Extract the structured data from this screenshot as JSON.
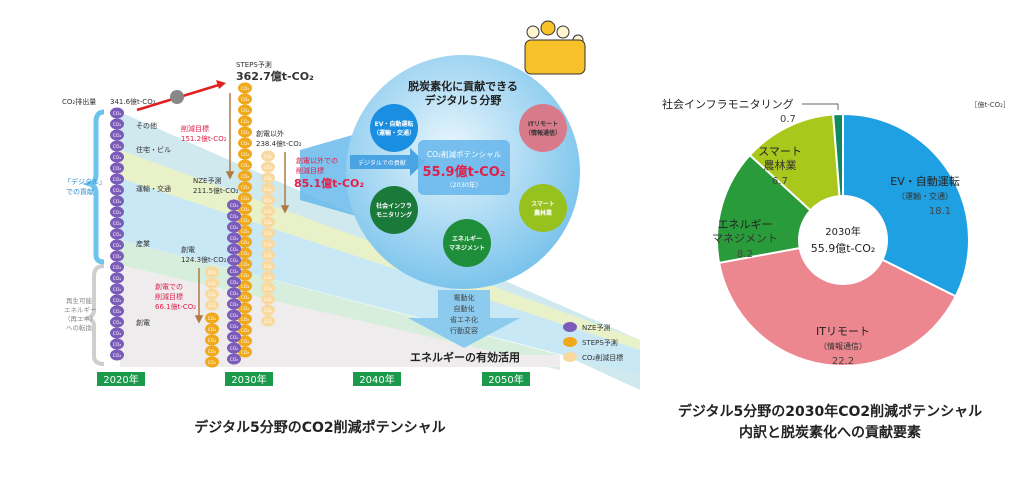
{
  "left": {
    "co2_label": "CO₂排出量",
    "start_value": "341.6億t-CO₂",
    "steps_label": "STEPS予測",
    "steps_value": "362.7億t-CO₂",
    "reduction_target_label": "削減目標",
    "reduction_target_value": "151.2億t-CO₂",
    "non_power_label": "創電以外",
    "non_power_value": "238.4億t-CO₂",
    "non_power_target_1": "創電以外での",
    "non_power_target_2": "削減目標",
    "non_power_target_value": "85.1億t-CO₂",
    "nze_label": "NZE予測",
    "nze_value": "211.5億t-CO₂",
    "power_label": "創電",
    "power_value": "124.3億t-CO₂",
    "power_target_1": "創電での",
    "power_target_2": "削減目標",
    "power_target_value": "66.1億t-CO₂",
    "sectors": [
      "その他",
      "住宅・ビル",
      "運輸・交通",
      "産業",
      "創電"
    ],
    "digital_1": "「デジタル」",
    "digital_2": "での貢献",
    "renew": [
      "再生可能",
      "エネルギー",
      "（再エネ）",
      "への転換"
    ],
    "years": [
      "2020年",
      "2030年",
      "2040年",
      "2050年"
    ],
    "globe_title_1": "脱炭素化に貢献できる",
    "globe_title_2": "デジタル５分野",
    "fields": [
      {
        "l1": "EV・自動運転",
        "l2": "（運輸・交通）",
        "color": "#1a8ee0"
      },
      {
        "l1": "ITリモート",
        "l2": "（情報通信）",
        "color": "#d97a8a"
      },
      {
        "l1": "スマート",
        "l2": "農林業",
        "color": "#96c11f"
      },
      {
        "l1": "エネルギー",
        "l2": "マネジメント",
        "color": "#1f8e3a"
      },
      {
        "l1": "社会インフラ",
        "l2": "モニタリング",
        "color": "#1a7a3a"
      }
    ],
    "digital_contribution": "デジタルでの貢献",
    "potential_label": "CO₂削減ポテンシャル",
    "potential_value": "55.9億t-CO₂",
    "potential_year": "（2030年）",
    "arrow_items": [
      "電動化",
      "自動化",
      "省エネ化",
      "行動変容"
    ],
    "effective_use": "エネルギーの有効活用",
    "legend": [
      {
        "label": "NZE予測",
        "color": "#7b5cb8"
      },
      {
        "label": "STEPS予測",
        "color": "#f0a81c"
      },
      {
        "label": "CO₂削減目標",
        "color": "#f8d9a0"
      }
    ],
    "co2_icon_text": "CO₂",
    "caption": "デジタル5分野のCO2削減ポテンシャル"
  },
  "chart_data": {
    "type": "pie",
    "donut": true,
    "unit": "［億t-CO₂］",
    "center_year": "2030年",
    "center_total": "55.9億t-CO₂",
    "slices": [
      {
        "label": "EV・自動運転",
        "sub": "（運輸・交通）",
        "value": 18.1,
        "color": "#1ea0e2"
      },
      {
        "label": "ITリモート",
        "sub": "（情報通信）",
        "value": 22.2,
        "color": "#ec8790"
      },
      {
        "label": "エネルギー",
        "sub": "マネジメント",
        "value": 8.2,
        "color": "#2a9b3a"
      },
      {
        "label": "スマート",
        "sub": "農林業",
        "value": 6.7,
        "color": "#aac81c"
      },
      {
        "label": "社会インフラモニタリング",
        "sub": "",
        "value": 0.7,
        "color": "#128a60"
      }
    ],
    "caption_1": "デジタル5分野の2030年CO2削減ポテンシャル",
    "caption_2": "内訳と脱炭素化への貢献要素"
  }
}
